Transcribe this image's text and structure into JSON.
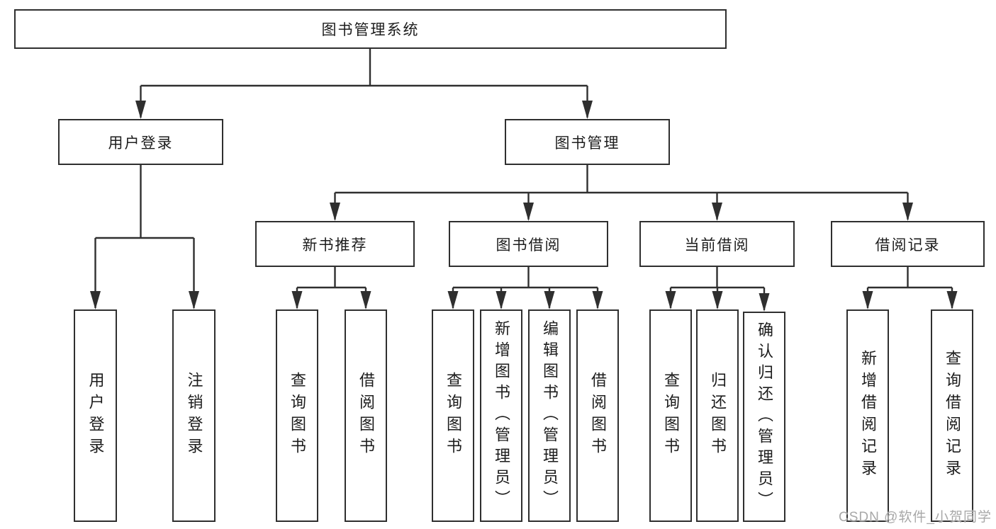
{
  "diagram": {
    "watermark": "CSDN @软件_小贺同学",
    "colors": {
      "line": "#2f2f2f",
      "text": "#1c1c1c",
      "box_bg": "#ffffff",
      "watermark": "#a8a8a8",
      "background": "#ffffff"
    },
    "nodes": {
      "root": {
        "label": "图书管理系统"
      },
      "user_login": {
        "label": "用户登录"
      },
      "book_management": {
        "label": "图书管理"
      },
      "new_book_recommend": {
        "label": "新书推荐"
      },
      "book_borrow": {
        "label": "图书借阅"
      },
      "current_borrow": {
        "label": "当前借阅"
      },
      "borrow_records": {
        "label": "借阅记录"
      },
      "leaf_user_login": {
        "label": "用户登录"
      },
      "leaf_logout": {
        "label": "注销登录"
      },
      "leaf_query_book_1": {
        "label": "查询图书"
      },
      "leaf_borrow_book_1": {
        "label": "借阅图书"
      },
      "leaf_query_book_2": {
        "label": "查询图书"
      },
      "leaf_add_book_admin": {
        "label": "新增图书（管理员）"
      },
      "leaf_edit_book_admin": {
        "label": "编辑图书（管理员）"
      },
      "leaf_borrow_book_2": {
        "label": "借阅图书"
      },
      "leaf_query_book_3": {
        "label": "查询图书"
      },
      "leaf_return_book": {
        "label": "归还图书"
      },
      "leaf_confirm_return_admin": {
        "label": "确认归还（管理员）"
      },
      "leaf_add_borrow_record": {
        "label": "新增借阅记录"
      },
      "leaf_query_borrow_record": {
        "label": "查询借阅记录"
      }
    }
  }
}
